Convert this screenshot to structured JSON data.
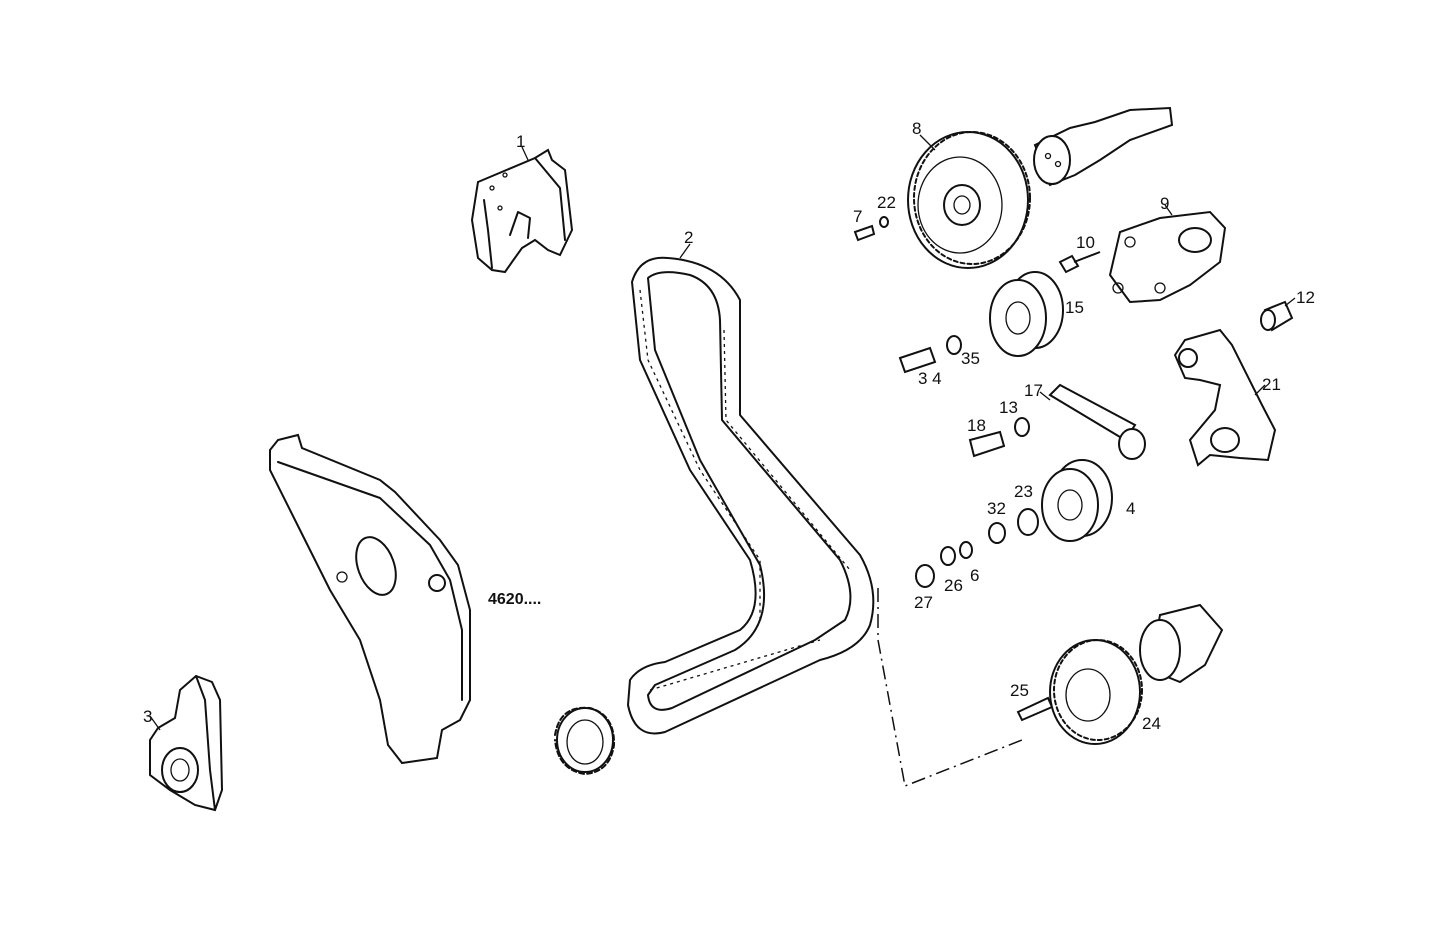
{
  "diagram": {
    "callouts": [
      "1",
      "2",
      "3",
      "4",
      "6",
      "7",
      "8",
      "9",
      "10",
      "12",
      "13",
      "15",
      "17",
      "18",
      "21",
      "22",
      "23",
      "24",
      "25",
      "26",
      "27",
      "32",
      "3 4",
      "35"
    ],
    "group_code": "4620....",
    "colors": {
      "ink": "#111111",
      "background": "#ffffff"
    }
  }
}
